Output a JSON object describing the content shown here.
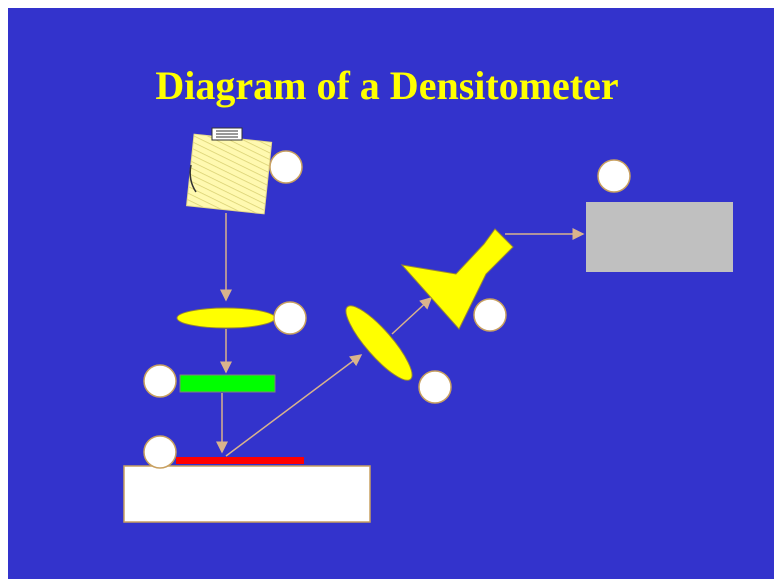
{
  "slide": {
    "title": "Diagram of a Densitometer",
    "colors": {
      "background": "#3333cc",
      "title": "#ffff00",
      "lens": "#ffff00",
      "filter": "#00ff00",
      "sample": "#ff0000",
      "detector": "#ffff00",
      "readout": "#c0c0c0",
      "stage": "#ffffff",
      "arrow": "#d9b38c"
    },
    "components": [
      {
        "name": "light-source",
        "icon": "lamp-icon"
      },
      {
        "name": "condenser-lens"
      },
      {
        "name": "color-filter"
      },
      {
        "name": "sample-strip"
      },
      {
        "name": "sample-stage"
      },
      {
        "name": "collecting-lens"
      },
      {
        "name": "photodetector"
      },
      {
        "name": "readout-display"
      }
    ],
    "callouts": [
      "",
      "",
      "",
      "",
      "",
      "",
      ""
    ]
  }
}
